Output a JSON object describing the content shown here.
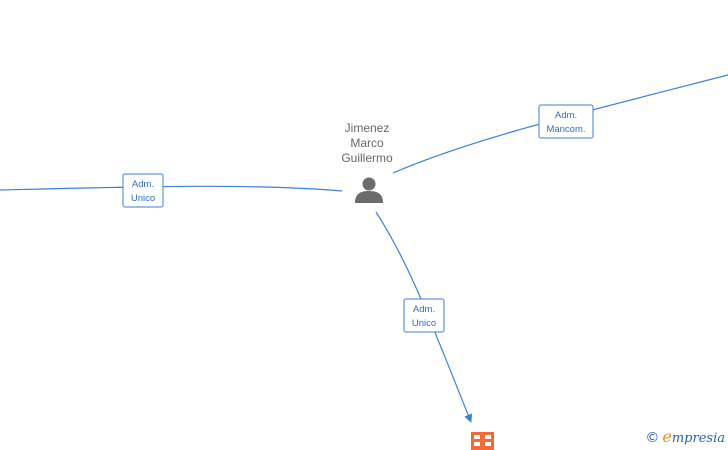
{
  "person": {
    "name_lines": [
      "Jimenez",
      "Marco",
      "Guillermo"
    ],
    "icon": "person-icon"
  },
  "edges": [
    {
      "label_lines": [
        "Adm.",
        "Unico"
      ],
      "target": "left-offscreen"
    },
    {
      "label_lines": [
        "Adm.",
        "Mancom."
      ],
      "target": "top-right-offscreen"
    },
    {
      "label_lines": [
        "Adm.",
        "Unico"
      ],
      "target": "company-bottom"
    }
  ],
  "company": {
    "icon": "building-icon",
    "color": "#f26a3a"
  },
  "watermark": {
    "copyright": "©",
    "first_letter": "e",
    "rest": "mpresia"
  },
  "colors": {
    "edge": "#3c7fd6",
    "person_icon": "#6b6b6b",
    "company": "#f26a3a"
  }
}
